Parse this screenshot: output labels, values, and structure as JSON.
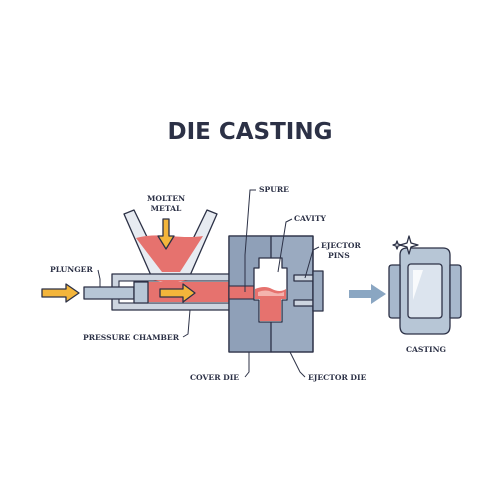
{
  "title": "DIE CASTING",
  "labels": {
    "molten_metal_line1": "MOLTEN",
    "molten_metal_line2": "METAL",
    "spure": "SPURE",
    "cavity": "CAVITY",
    "ejector_pins_line1": "EJECTOR",
    "ejector_pins_line2": "PINS",
    "plunger": "PLUNGER",
    "pressure_chamber": "PRESSURE CHAMBER",
    "cover_die": "COVER DIE",
    "ejector_die": "EJECTOR DIE",
    "casting": "CASTING"
  },
  "colors": {
    "outline": "#2c3146",
    "die_fill": "#9aaac0",
    "die_shade": "#7f91a9",
    "hopper_fill": "#e7ebf1",
    "chamber_fill": "#cdd5e0",
    "molten_red": "#e6726e",
    "molten_light": "#f4b3ae",
    "arrow_yellow": "#f3b53b",
    "casting_fill": "#b7c6d6",
    "casting_highlight": "#dce4ee",
    "output_arrow": "#8aa6c2"
  },
  "icons": [
    "sparkle-icon"
  ]
}
